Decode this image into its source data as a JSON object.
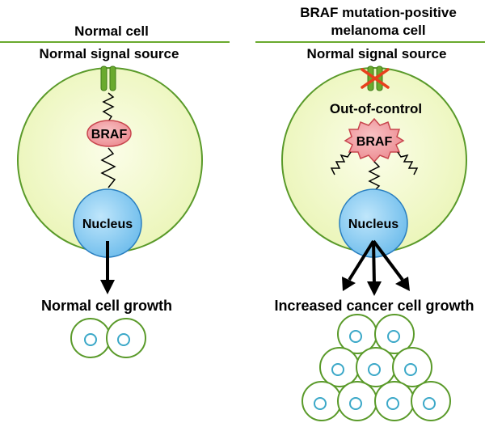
{
  "left": {
    "header": "Normal cell",
    "signal_source": "Normal signal source",
    "kinase": "BRAF",
    "nucleus": "Nucleus",
    "outcome": "Normal cell growth"
  },
  "right": {
    "header_line1": "BRAF mutation-positive",
    "header_line2": "melanoma cell",
    "signal_source": "Normal signal source",
    "status": "Out-of-control",
    "kinase": "BRAF",
    "nucleus": "Nucleus",
    "outcome": "Increased cancer cell growth"
  },
  "colors": {
    "cell_fill": "#f0f8c4",
    "cell_stroke": "#5a9a2a",
    "receptor": "#6aaa2e",
    "braf_fill": "#f2a0a4",
    "braf_stroke": "#c8464e",
    "nucleus_fill": "#88ccf0",
    "nucleus_stroke": "#2a7fc0",
    "daughter_inner": "#3ba8c8",
    "block_x": "#e8401c"
  }
}
